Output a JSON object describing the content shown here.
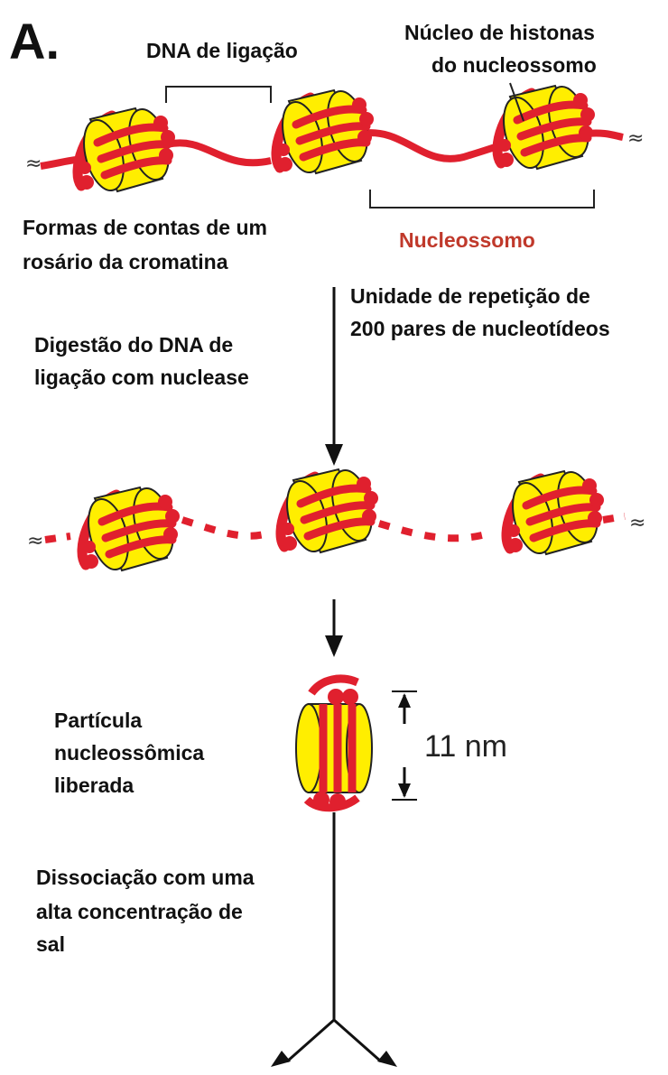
{
  "panel_letter": "A.",
  "labels": {
    "linker_dna": "DNA de ligação",
    "histone_core_line1": "Núcleo de histonas",
    "histone_core_line2": "do nucleossomo",
    "beads_line1": "Formas de contas de um",
    "beads_line2": "rosário da cromatina",
    "nucleosome": "Nucleossomo",
    "repeat_line1": "Unidade de repetição de",
    "repeat_line2": "200 pares de nucleotídeos",
    "digestion_line1": "Digestão do DNA de",
    "digestion_line2": "ligação com nuclease",
    "particle_line1": "Partícula",
    "particle_line2": "nucleossômica",
    "particle_line3": "liberada",
    "dimension": "11 nm",
    "dissociation_line1": "Dissociação com uma",
    "dissociation_line2": "alta concentração de",
    "dissociation_line3": "sal"
  },
  "colors": {
    "dna": "#e0202e",
    "histone": "#ffee00",
    "outline": "#222222",
    "nucleosome_label": "#c0392b"
  }
}
